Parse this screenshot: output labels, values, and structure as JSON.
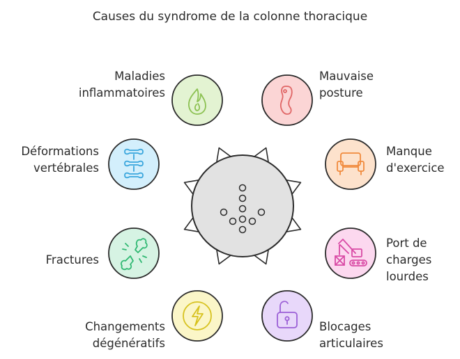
{
  "title": "Causes du syndrome de la colonne thoracique",
  "causes": [
    {
      "label": "Maladies\ninflammatoires",
      "icon": "flame-icon",
      "fill": "#e3f3d2",
      "stroke": "#8cc152"
    },
    {
      "label": "Mauvaise\nposture",
      "icon": "spine-posture-icon",
      "fill": "#fbd5d5",
      "stroke": "#e06666"
    },
    {
      "label": "Déformations\nvertébrales",
      "icon": "vertebrae-icon",
      "fill": "#d3effc",
      "stroke": "#3aa6dd"
    },
    {
      "label": "Manque\nd'exercice",
      "icon": "armchair-icon",
      "fill": "#fde2cc",
      "stroke": "#f08a3c"
    },
    {
      "label": "Fractures",
      "icon": "broken-bone-icon",
      "fill": "#d6f3e3",
      "stroke": "#2fb872"
    },
    {
      "label": "Port de\ncharges\nlourdes",
      "icon": "crane-load-icon",
      "fill": "#fcd8ef",
      "stroke": "#d94aa5"
    },
    {
      "label": "Changements\ndégénératifs",
      "icon": "bolt-circle-icon",
      "fill": "#fbf6c8",
      "stroke": "#d7c21f"
    },
    {
      "label": "Blocages\narticulaires",
      "icon": "unlock-icon",
      "fill": "#e8d8fa",
      "stroke": "#9b5fd6"
    }
  ],
  "center": {
    "icon": "dotted-arrow-down-icon",
    "fill": "#e2e2e2",
    "stroke": "#2b2b2b"
  }
}
